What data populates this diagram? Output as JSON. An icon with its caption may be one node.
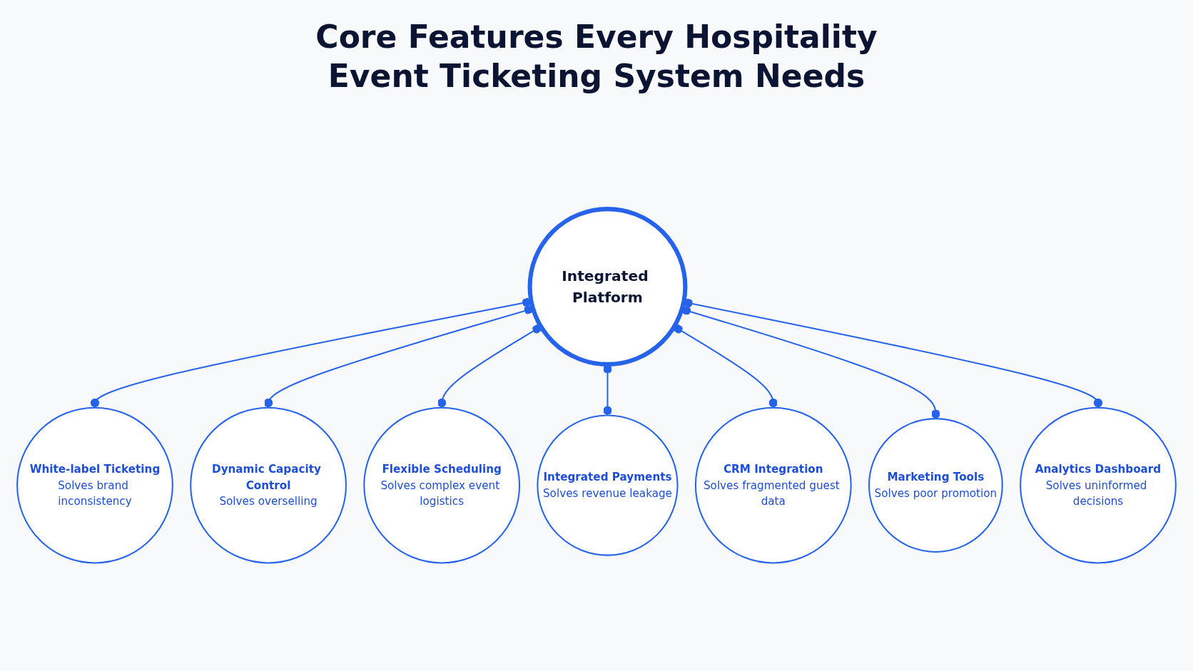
{
  "diagram": {
    "title": "Core Features Every Hospitality Event Ticketing System Needs",
    "nodes": [
      {
        "text": [
          "Integrated Platform"
        ]
      },
      {
        "text": [
          "White-label Ticketing",
          "Solves brand inconsistency"
        ]
      },
      {
        "text": [
          "Dynamic Capacity Control",
          "Solves overselling"
        ]
      },
      {
        "text": [
          "Flexible Scheduling",
          "Solves complex event logistics"
        ]
      },
      {
        "text": [
          "Integrated Payments",
          "Solves revenue leakage"
        ]
      },
      {
        "text": [
          "CRM Integration",
          "Solves fragmented guest data"
        ]
      },
      {
        "text": [
          "Marketing Tools",
          "Solves poor promotion"
        ]
      },
      {
        "text": [
          "Analytics Dashboard",
          "Solves uninformed decisions"
        ]
      }
    ],
    "edges": [
      {
        "from": 0,
        "to": 1,
        "arrow": "other"
      },
      {
        "from": 0,
        "to": 2,
        "arrow": "other"
      },
      {
        "from": 0,
        "to": 3,
        "arrow": "other"
      },
      {
        "from": 0,
        "to": 4,
        "arrow": "other"
      },
      {
        "from": 0,
        "to": 5,
        "arrow": "other"
      },
      {
        "from": 0,
        "to": 6,
        "arrow": "other"
      },
      {
        "from": 0,
        "to": 7,
        "arrow": "other"
      }
    ]
  }
}
